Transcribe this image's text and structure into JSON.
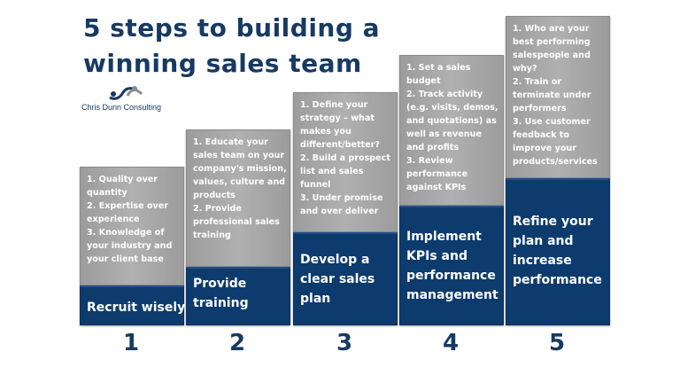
{
  "title_lines": [
    "5 steps to building a",
    "winning sales team"
  ],
  "logo": {
    "text": "Chris Dunn Consulting",
    "icon": "people-arc-logo-icon"
  },
  "colors": {
    "blue": "#0d3b6e",
    "gray": "#a6a6a6",
    "title": "#163a63"
  },
  "steps": [
    {
      "number": "1",
      "title": [
        "Recruit wisely"
      ],
      "details": [
        "1. Quality over",
        "quantity",
        "2. Expertise over",
        "experience",
        "3. Knowledge of",
        "your industry and",
        "your client base"
      ]
    },
    {
      "number": "2",
      "title": [
        "Provide",
        "training"
      ],
      "details": [
        "1. Educate your",
        "sales team on your",
        "company's mission,",
        "values, culture and",
        "products",
        "2. Provide",
        "professional sales",
        "training"
      ]
    },
    {
      "number": "3",
      "title": [
        "Develop a",
        "clear sales",
        "plan"
      ],
      "details": [
        "1. Define your",
        "strategy – what",
        "makes you",
        "different/better?",
        "2. Build a prospect",
        "list and sales",
        "funnel",
        "3. Under promise",
        "and over deliver"
      ]
    },
    {
      "number": "4",
      "title": [
        "Implement",
        "KPIs and",
        "performance",
        "management"
      ],
      "details": [
        "1. Set a sales",
        "budget",
        "2. Track activity",
        "(e.g. visits, demos,",
        "and quotations) as",
        "well as revenue",
        "and profits",
        "3. Review",
        "performance",
        "against KPIs"
      ]
    },
    {
      "number": "5",
      "title": [
        "Refine your",
        "plan and",
        "increase",
        "performance"
      ],
      "details": [
        "1. Who are your",
        "best performing",
        "salespeople and",
        "why?",
        "2. Train or",
        "terminate under",
        "performers",
        "3. Use customer",
        "feedback to",
        "improve your",
        "products/services"
      ]
    }
  ]
}
